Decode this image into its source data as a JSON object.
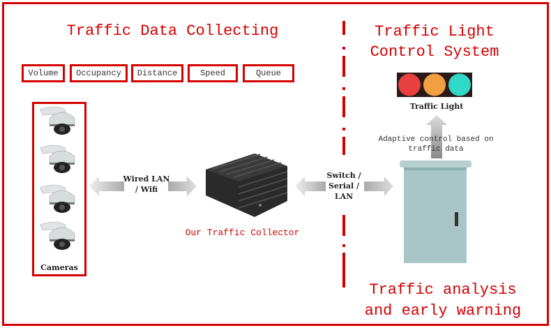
{
  "left_title": "Traffic Data Collecting",
  "right_title": [
    "Traffic Light",
    "Control System"
  ],
  "bottom_title": [
    "Traffic analysis",
    "and early warning"
  ],
  "tags": [
    "Volume",
    "Occupancy",
    "Distance",
    "Speed",
    "Queue"
  ],
  "cameras_label": "Cameras",
  "link1": [
    "Wired LAN",
    "/ Wifi"
  ],
  "collector_label": "Our Traffic Collector",
  "link2": [
    "Switch /",
    "Serial /",
    "LAN"
  ],
  "traffic_light_label": "Traffic Light",
  "adaptive_note": [
    "Adaptive control based on",
    "traffic data"
  ],
  "colors": {
    "accent": "#d40000",
    "arrow": "#cccccc",
    "cabinet": "#a9c6c6"
  }
}
